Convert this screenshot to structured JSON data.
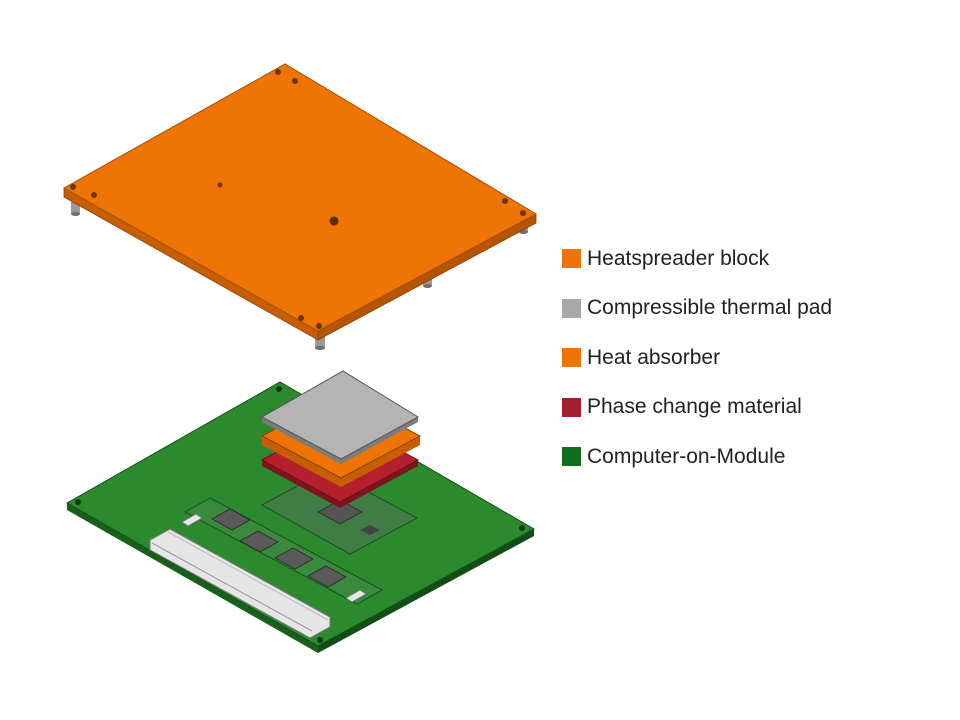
{
  "legend": {
    "items": [
      {
        "key": "heatspreader",
        "label": "Heatspreader block",
        "color": "#ee7406"
      },
      {
        "key": "thermal_pad",
        "label": "Compressible thermal pad",
        "color": "#a8a8a8"
      },
      {
        "key": "heat_absorber",
        "label": "Heat absorber",
        "color": "#ee7406"
      },
      {
        "key": "phase_change",
        "label": "Phase change material",
        "color": "#a31f2e"
      },
      {
        "key": "com",
        "label": "Computer-on-Module",
        "color": "#0f6e1c"
      }
    ]
  },
  "colors": {
    "heatspreader_top": "#ee7406",
    "heatspreader_side": "#c85e04",
    "thermal_pad_top": "#b4b4b4",
    "thermal_pad_side": "#8a8a8a",
    "phase_change_top": "#b5202f",
    "board_top": "#2c8a2e",
    "board_side": "#175f1b",
    "chip": "#555555",
    "connector": "#e6e6e6",
    "standoff": "#8e8e8e"
  },
  "icons": [
    "mounting-hole-icon",
    "standoff-icon",
    "memory-chip-icon",
    "connector-icon"
  ]
}
